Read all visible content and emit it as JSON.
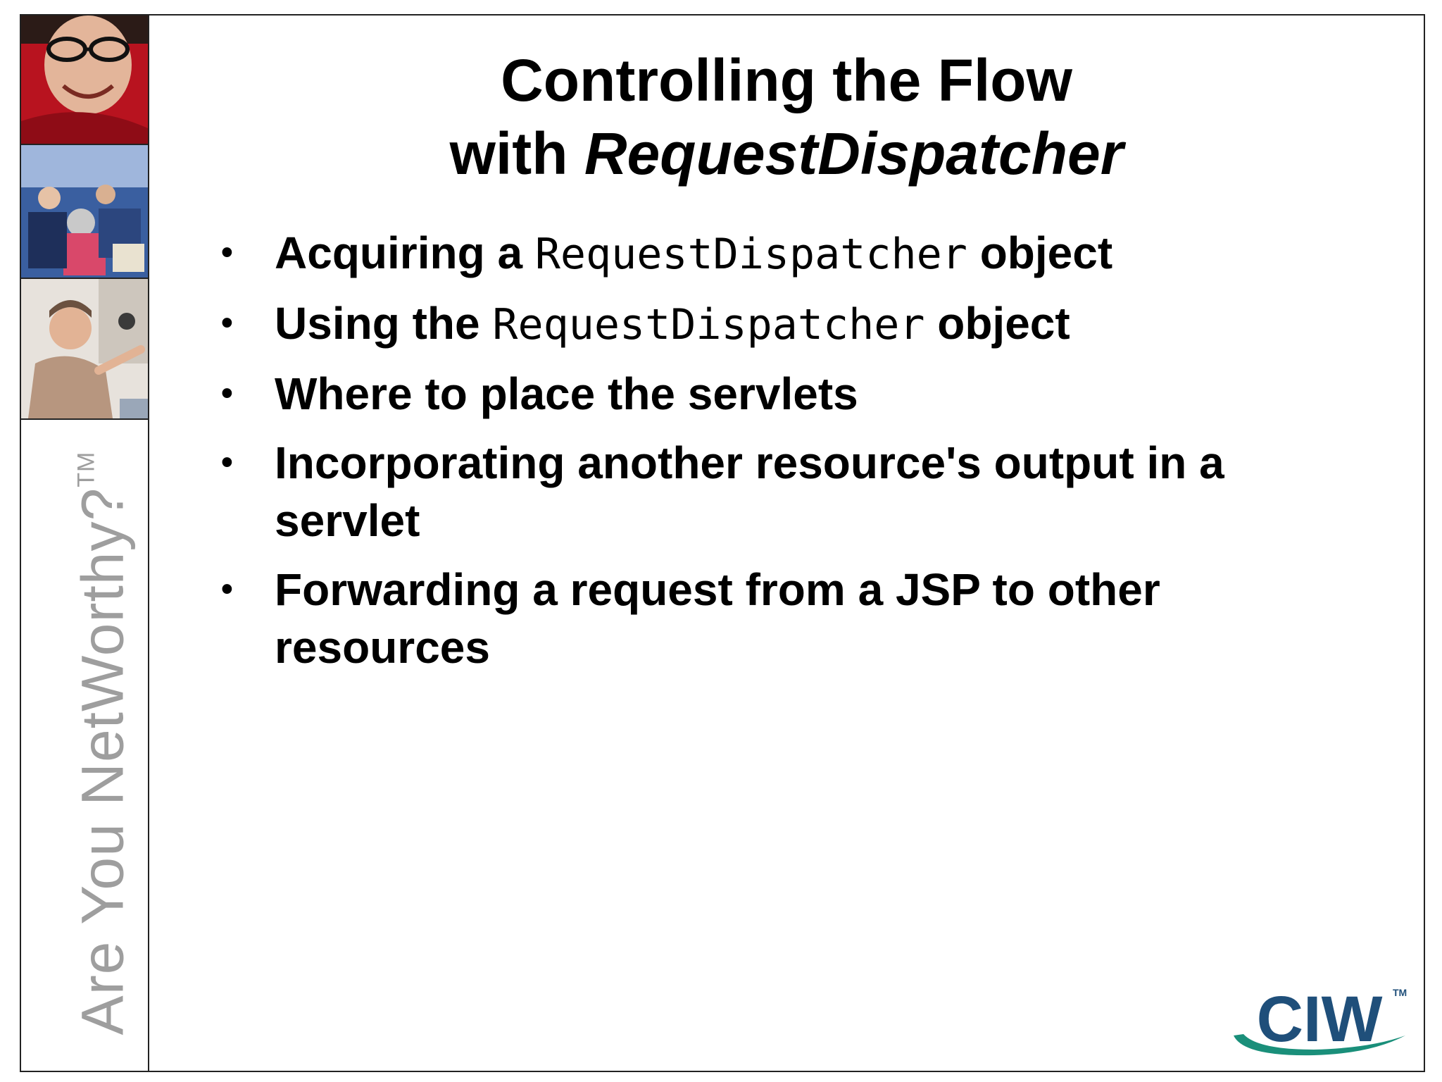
{
  "sidebar": {
    "tagline": "Are You NetWorthy?",
    "tagline_mark": "TM"
  },
  "title": {
    "line1": "Controlling the Flow",
    "line2_prefix": "with",
    "line2_emphasis": "RequestDispatcher"
  },
  "bullets": [
    {
      "pre": "Acquiring a ",
      "code": "RequestDispatcher",
      "post": " object"
    },
    {
      "pre": "Using the ",
      "code": "RequestDispatcher",
      "post": " object"
    },
    {
      "pre": "Where to place the servlets",
      "code": "",
      "post": ""
    },
    {
      "pre": "Incorporating another resource's output in a servlet",
      "code": "",
      "post": ""
    },
    {
      "pre": "Forwarding a request from a JSP to other resources",
      "code": "",
      "post": ""
    }
  ],
  "logo": {
    "text": "CIW",
    "mark": "TM",
    "color": "#1f4f7a",
    "swoosh_color": "#1a8f7a"
  }
}
